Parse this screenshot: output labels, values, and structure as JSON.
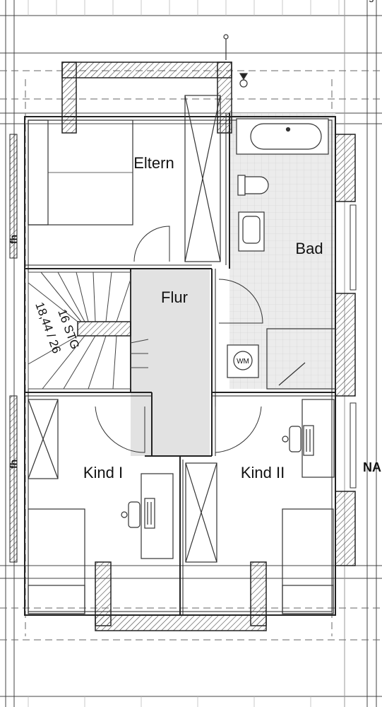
{
  "rooms": {
    "eltern": "Eltern",
    "bad": "Bad",
    "flur": "Flur",
    "kind1": "Kind I",
    "kind2": "Kind II"
  },
  "stair": {
    "steps": "16 STG",
    "ratio": "18,44 / 26"
  },
  "symbols": {
    "wm": "WM",
    "fh_upper": "fh",
    "fh_lower": "fh"
  },
  "edge_text": {
    "right": "NA",
    "top_right": "g"
  },
  "colors": {
    "wall": "#222222",
    "hatch": "#555555",
    "floor_tint": "#e4e4e4",
    "line": "#333333"
  }
}
